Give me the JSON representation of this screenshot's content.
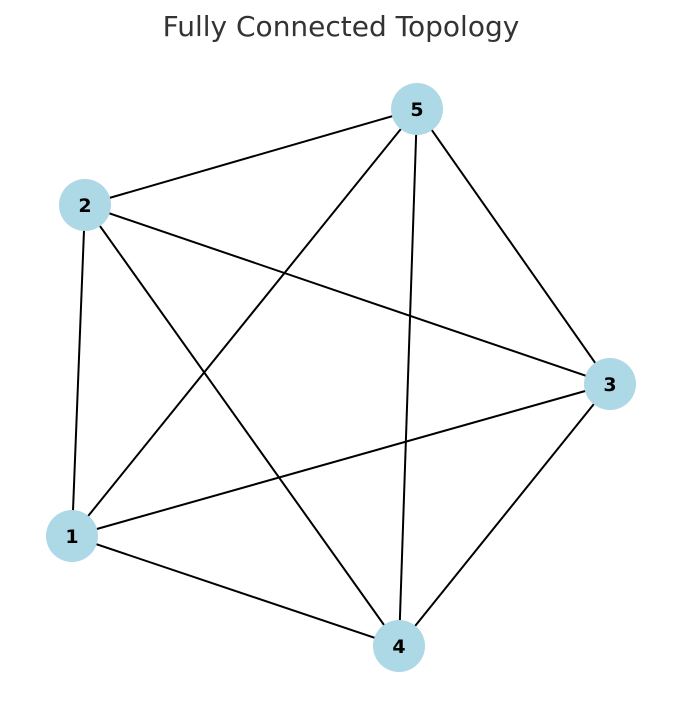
{
  "title": "Fully Connected Topology",
  "node_color": "#add8e6",
  "edge_color": "#000000",
  "nodes": [
    {
      "id": "1",
      "label": "1"
    },
    {
      "id": "2",
      "label": "2"
    },
    {
      "id": "3",
      "label": "3"
    },
    {
      "id": "4",
      "label": "4"
    },
    {
      "id": "5",
      "label": "5"
    }
  ],
  "edges": [
    [
      "1",
      "2"
    ],
    [
      "1",
      "3"
    ],
    [
      "1",
      "4"
    ],
    [
      "1",
      "5"
    ],
    [
      "2",
      "3"
    ],
    [
      "2",
      "4"
    ],
    [
      "2",
      "5"
    ],
    [
      "3",
      "4"
    ],
    [
      "3",
      "5"
    ],
    [
      "4",
      "5"
    ]
  ]
}
